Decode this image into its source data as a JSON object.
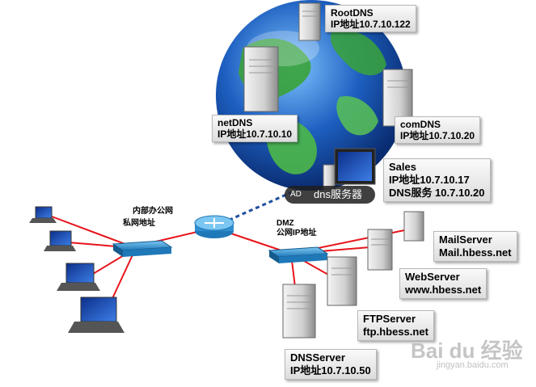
{
  "nodes": {
    "root_dns": {
      "name": "RootDNS",
      "ip": "IP地址10.7.10.122"
    },
    "net_dns": {
      "name": "netDNS",
      "ip": "IP地址10.7.10.10"
    },
    "com_dns": {
      "name": "comDNS",
      "ip": "IP地址10.7.10.20"
    },
    "sales": {
      "name": "Sales",
      "ip": "IP地址10.7.10.17",
      "dns": "DNS服务 10.7.10.20"
    },
    "mail_server": {
      "name": "MailServer",
      "host": "Mail.hbess.net"
    },
    "web_server": {
      "name": "WebServer",
      "host": "www.hbess.net"
    },
    "ftp_server": {
      "name": "FTPServer",
      "host": "ftp.hbess.net"
    },
    "dns_server": {
      "name": "DNSServer",
      "ip": "IP地址10.7.10.50"
    }
  },
  "zones": {
    "internal_line1": "内部办公网",
    "internal_line2": "私网地址",
    "dmz_line1": "DMZ",
    "dmz_line2": "公网IP地址"
  },
  "overlay": {
    "ad_badge": "AD",
    "ad_text": "dns服务器",
    "watermark": "Bai du 经验",
    "watermark_url": "jingyan.baidu.com"
  },
  "colors": {
    "link": "#e8141b",
    "dashed_link": "#1f4f9e",
    "device_blue": "#2f8fd0",
    "globe_ocean": "#1d5fc0",
    "globe_land": "#3aa33a"
  }
}
